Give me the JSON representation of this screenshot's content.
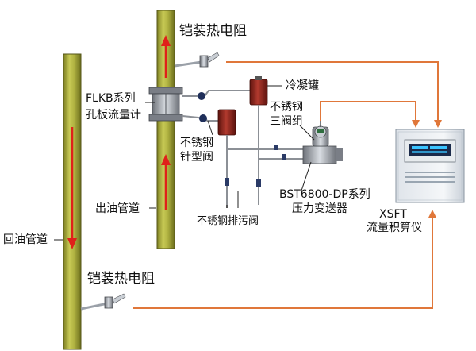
{
  "labels": {
    "rtd_top": "铠装热电阻",
    "rtd_bottom": "铠装热电阻",
    "orifice": "FLKB系列",
    "orifice_sub": "孔板流量计",
    "condensate": "冷凝罐",
    "three_valve_1": "不锈钢",
    "three_valve_2": "三阀组",
    "needle_valve_1": "不锈钢",
    "needle_valve_2": "针型阀",
    "drain_valve": "不锈钢排污阀",
    "outlet_pipe": "出油管道",
    "return_pipe": "回油管道",
    "transmitter_1": "BST6800-DP系列",
    "transmitter_2": "压力变送器",
    "totalizer_1": "XSFT",
    "totalizer_2": "流量积算仪"
  },
  "colors": {
    "pipe_fill": "#a8aa3a",
    "pipe_edge": "#55561a",
    "flow_arrow": "#e0201a",
    "signal_line": "#e0773a",
    "tank": "#8c1f18",
    "cabinet": "#eef1f4"
  }
}
